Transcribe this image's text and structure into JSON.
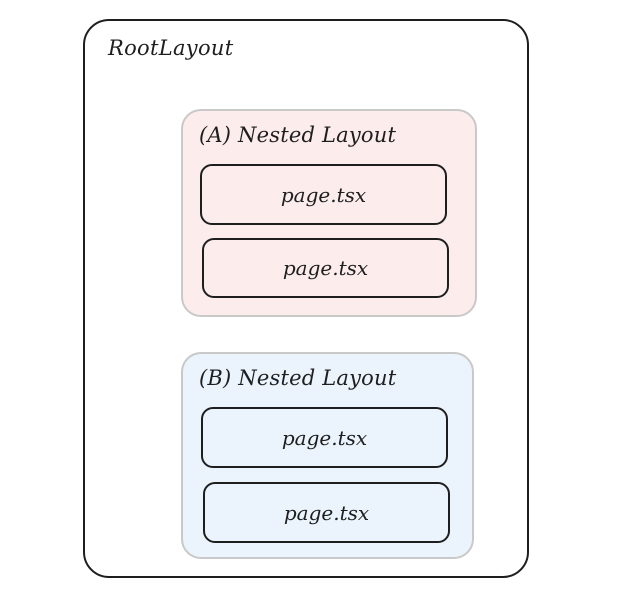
{
  "root": {
    "title": "RootLayout"
  },
  "nested_a": {
    "title": "(A) Nested Layout",
    "fill_color": "#fdecec",
    "pages": [
      "page.tsx",
      "page.tsx"
    ]
  },
  "nested_b": {
    "title": "(B) Nested Layout",
    "fill_color": "#ebf4fd",
    "pages": [
      "page.tsx",
      "page.tsx"
    ]
  },
  "colors": {
    "stroke": "#1e1e1e",
    "nested_border": "#c9c9c9",
    "background": "#ffffff"
  }
}
